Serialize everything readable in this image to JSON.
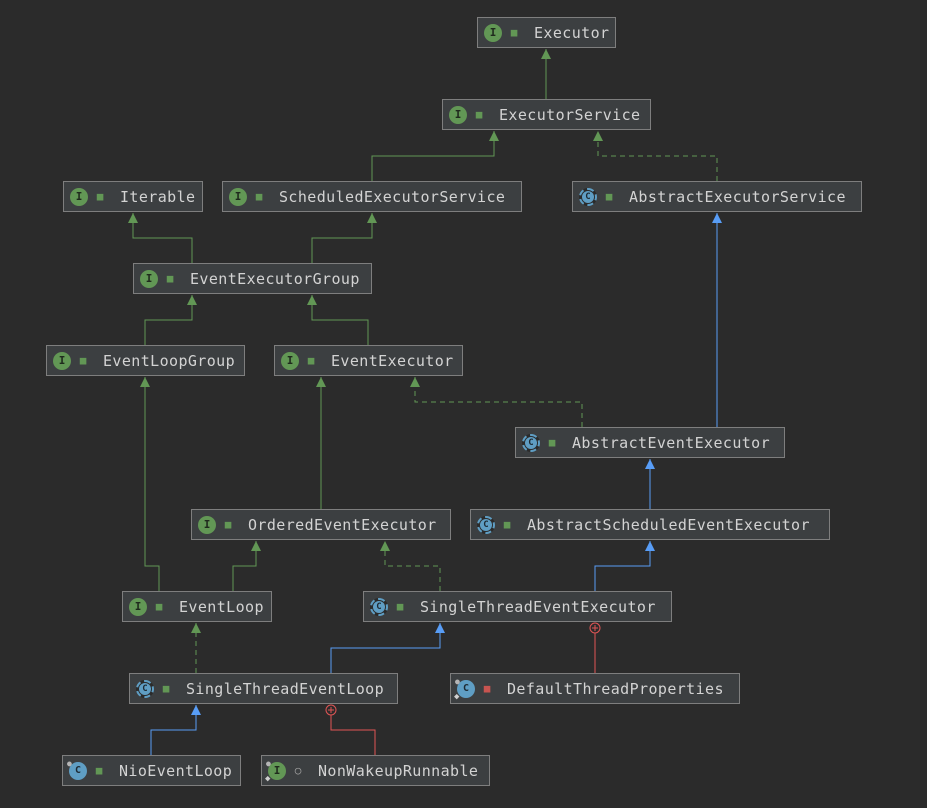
{
  "nodes": [
    {
      "id": "executor",
      "name": "Executor",
      "kind": "interface",
      "kind_letter": "I",
      "access": "public",
      "access_icon": "public-lock-icon"
    },
    {
      "id": "executor_service",
      "name": "ExecutorService",
      "kind": "interface",
      "kind_letter": "I",
      "access": "public",
      "access_icon": "public-lock-icon"
    },
    {
      "id": "iterable",
      "name": "Iterable",
      "kind": "interface",
      "kind_letter": "I",
      "access": "public",
      "access_icon": "public-lock-icon"
    },
    {
      "id": "scheduled_executor_service",
      "name": "ScheduledExecutorService",
      "kind": "interface",
      "kind_letter": "I",
      "access": "public",
      "access_icon": "public-lock-icon"
    },
    {
      "id": "abstract_executor_service",
      "name": "AbstractExecutorService",
      "kind": "abstract",
      "kind_letter": "C",
      "access": "public",
      "access_icon": "public-lock-icon"
    },
    {
      "id": "event_executor_group",
      "name": "EventExecutorGroup",
      "kind": "interface",
      "kind_letter": "I",
      "access": "public",
      "access_icon": "public-lock-icon"
    },
    {
      "id": "event_loop_group",
      "name": "EventLoopGroup",
      "kind": "interface",
      "kind_letter": "I",
      "access": "public",
      "access_icon": "public-lock-icon"
    },
    {
      "id": "event_executor",
      "name": "EventExecutor",
      "kind": "interface",
      "kind_letter": "I",
      "access": "public",
      "access_icon": "public-lock-icon"
    },
    {
      "id": "abstract_event_executor",
      "name": "AbstractEventExecutor",
      "kind": "abstract",
      "kind_letter": "C",
      "access": "public",
      "access_icon": "public-lock-icon"
    },
    {
      "id": "ordered_event_executor",
      "name": "OrderedEventExecutor",
      "kind": "interface",
      "kind_letter": "I",
      "access": "public",
      "access_icon": "public-lock-icon"
    },
    {
      "id": "abstract_scheduled_event_executor",
      "name": "AbstractScheduledEventExecutor",
      "kind": "abstract",
      "kind_letter": "C",
      "access": "public",
      "access_icon": "public-lock-icon"
    },
    {
      "id": "event_loop",
      "name": "EventLoop",
      "kind": "interface",
      "kind_letter": "I",
      "access": "public",
      "access_icon": "public-lock-icon"
    },
    {
      "id": "single_thread_event_executor",
      "name": "SingleThreadEventExecutor",
      "kind": "abstract",
      "kind_letter": "C",
      "access": "public",
      "access_icon": "public-lock-icon"
    },
    {
      "id": "single_thread_event_loop",
      "name": "SingleThreadEventLoop",
      "kind": "abstract",
      "kind_letter": "C",
      "access": "public",
      "access_icon": "public-lock-icon"
    },
    {
      "id": "default_thread_properties",
      "name": "DefaultThreadProperties",
      "kind": "class",
      "kind_letter": "C",
      "access": "private",
      "access_icon": "private-lock-icon",
      "modifier_icon": "static-nested-icon"
    },
    {
      "id": "nio_event_loop",
      "name": "NioEventLoop",
      "kind": "class",
      "kind_letter": "C",
      "access": "public",
      "access_icon": "public-lock-icon",
      "modifier_icon": "final-class-icon"
    },
    {
      "id": "non_wakeup_runnable",
      "name": "NonWakeupRunnable",
      "kind": "interface",
      "kind_letter": "I",
      "access": "package",
      "access_icon": "package-private-icon",
      "modifier_icon": "static-nested-icon"
    }
  ],
  "edges": [
    {
      "from": "executor_service",
      "to": "executor",
      "type": "extends-interface"
    },
    {
      "from": "scheduled_executor_service",
      "to": "executor_service",
      "type": "extends-interface"
    },
    {
      "from": "abstract_executor_service",
      "to": "executor_service",
      "type": "implements"
    },
    {
      "from": "event_executor_group",
      "to": "iterable",
      "type": "extends-interface"
    },
    {
      "from": "event_executor_group",
      "to": "scheduled_executor_service",
      "type": "extends-interface"
    },
    {
      "from": "event_loop_group",
      "to": "event_executor_group",
      "type": "extends-interface"
    },
    {
      "from": "event_executor",
      "to": "event_executor_group",
      "type": "extends-interface"
    },
    {
      "from": "abstract_event_executor",
      "to": "event_executor",
      "type": "implements"
    },
    {
      "from": "abstract_event_executor",
      "to": "abstract_executor_service",
      "type": "extends-class"
    },
    {
      "from": "ordered_event_executor",
      "to": "event_executor",
      "type": "extends-interface"
    },
    {
      "from": "abstract_scheduled_event_executor",
      "to": "abstract_event_executor",
      "type": "extends-class"
    },
    {
      "from": "event_loop",
      "to": "event_loop_group",
      "type": "extends-interface"
    },
    {
      "from": "event_loop",
      "to": "ordered_event_executor",
      "type": "extends-interface"
    },
    {
      "from": "single_thread_event_executor",
      "to": "ordered_event_executor",
      "type": "implements"
    },
    {
      "from": "single_thread_event_executor",
      "to": "abstract_scheduled_event_executor",
      "type": "extends-class"
    },
    {
      "from": "single_thread_event_loop",
      "to": "event_loop",
      "type": "implements"
    },
    {
      "from": "single_thread_event_loop",
      "to": "single_thread_event_executor",
      "type": "extends-class"
    },
    {
      "from": "default_thread_properties",
      "to": "single_thread_event_executor",
      "type": "inner-class"
    },
    {
      "from": "nio_event_loop",
      "to": "single_thread_event_loop",
      "type": "extends-class"
    },
    {
      "from": "non_wakeup_runnable",
      "to": "single_thread_event_loop",
      "type": "inner-class"
    }
  ],
  "colors": {
    "background": "#2b2b2b",
    "node_fill": "#3c3f41",
    "node_border": "#7e7e7e",
    "text": "#d3d3d3",
    "interface_edge": "#629755",
    "class_edge": "#589df6",
    "inner_edge": "#e05555",
    "interface_badge": "#629755",
    "class_badge": "#5f9ec4"
  }
}
